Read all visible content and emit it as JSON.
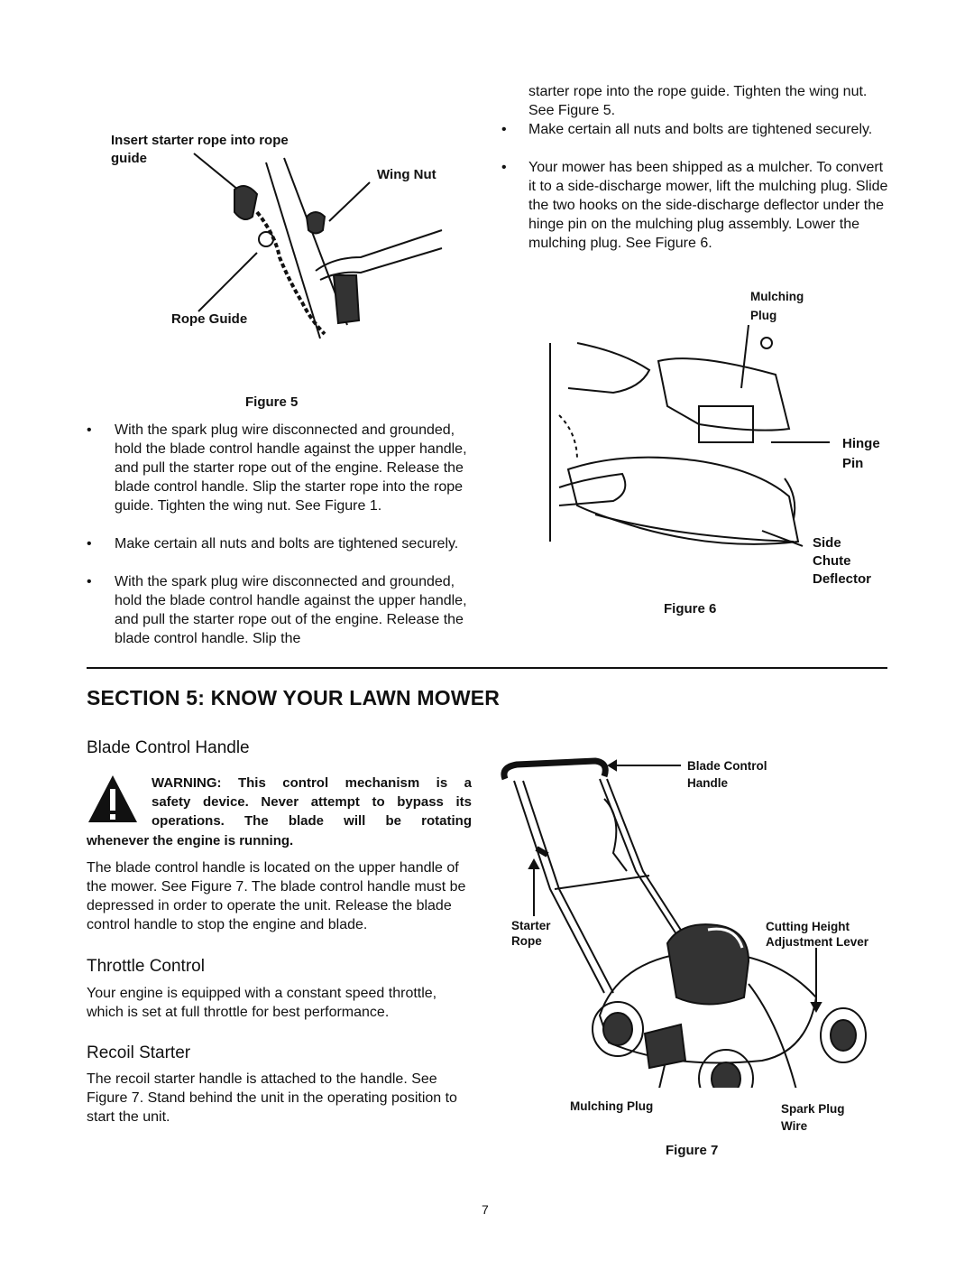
{
  "fig5": {
    "label_insert": "Insert starter rope into rope guide",
    "label_wing_nut": "Wing Nut",
    "label_rope_guide": "Rope Guide",
    "caption": "Figure 5"
  },
  "left_bullets": [
    "With the spark plug wire disconnected and grounded, hold the blade control handle against the upper handle, and pull the starter rope out of the engine. Release the blade control handle. Slip the starter rope into the rope guide. Tighten the wing nut. See Figure 1.",
    "Make certain all nuts and bolts are tightened securely.",
    "With the spark plug wire disconnected and grounded, hold the blade control handle against the upper handle, and pull the starter rope out of the engine. Release the blade control handle. Slip the"
  ],
  "right_top": {
    "continuation": "starter rope into the rope guide. Tighten the wing nut. See Figure 5.",
    "bullets": [
      "Make certain all nuts and bolts are tightened securely.",
      "Your mower has been shipped as a mulcher. To convert it to a side-discharge mower, lift the mulching plug. Slide the two hooks on the side-discharge deflector under the hinge pin on the mulching plug assembly. Lower the mulching plug. See Figure 6."
    ]
  },
  "fig6": {
    "label_mulching": "Mulching",
    "label_plug": "Plug",
    "label_hinge": "Hinge",
    "label_pin": "Pin",
    "label_side": "Side",
    "label_chute": "Chute",
    "label_deflector": "Deflector",
    "caption": "Figure 6"
  },
  "section": {
    "title": "SECTION 5:  KNOW YOUR LAWN MOWER"
  },
  "blade_control": {
    "heading": "Blade Control Handle",
    "warning_lines": [
      "WARNING: This control mechanism is a",
      "safety device. Never attempt to bypass its",
      "operations. The blade will be rotating"
    ],
    "warning_last": "whenever the engine is running.",
    "paragraph": "The blade control handle is located on the upper handle of the mower. See Figure 7. The blade control handle must be depressed in order to operate the unit. Release the blade control handle to stop the engine and blade."
  },
  "throttle": {
    "heading": "Throttle Control",
    "paragraph": "Your engine is equipped with a constant speed throttle, which is set at full throttle for best performance."
  },
  "recoil": {
    "heading": "Recoil Starter",
    "paragraph": "The recoil starter handle is attached to the handle. See Figure 7. Stand behind the unit in the operating position to start the unit."
  },
  "fig7": {
    "label_blade_control": "Blade Control",
    "label_handle": "Handle",
    "label_starter": "Starter",
    "label_rope": "Rope",
    "label_cutting_height": "Cutting Height",
    "label_adjustment_lever": "Adjustment Lever",
    "label_mulching_plug": "Mulching Plug",
    "label_spark_plug": "Spark Plug",
    "label_wire": "Wire",
    "caption": "Figure 7"
  },
  "page_number": "7"
}
